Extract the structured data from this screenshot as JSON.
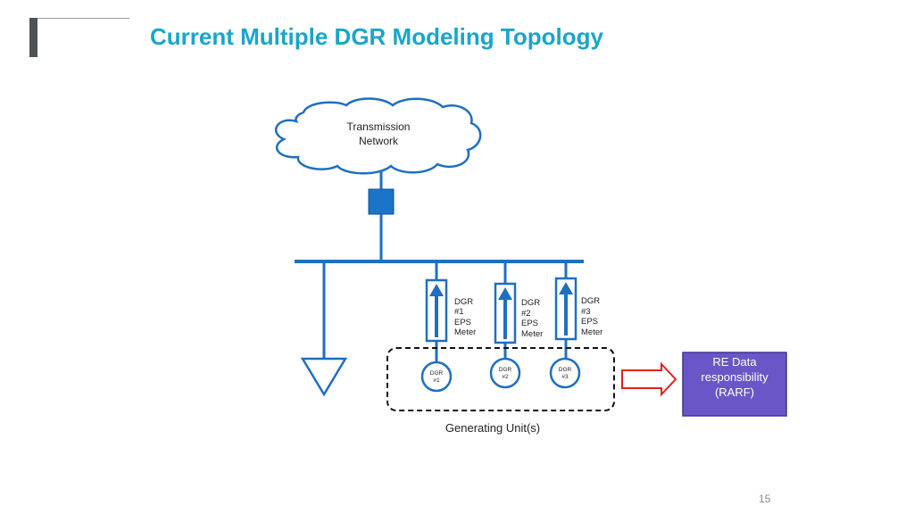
{
  "title": "Current Multiple DGR Modeling Topology",
  "page_number": "15",
  "network": {
    "label_line1": "Transmission",
    "label_line2": "Network"
  },
  "meters": [
    {
      "lines": [
        "DGR",
        "#1",
        "EPS",
        "Meter"
      ]
    },
    {
      "lines": [
        "DGR",
        "#2",
        "EPS",
        "Meter"
      ]
    },
    {
      "lines": [
        "DGR",
        "#3",
        "EPS",
        "Meter"
      ]
    }
  ],
  "units": [
    {
      "lines": [
        "DGR",
        "#1"
      ]
    },
    {
      "lines": [
        "DGR",
        "#2"
      ]
    },
    {
      "lines": [
        "DGR",
        "#3"
      ]
    }
  ],
  "generating_group_label": "Generating Unit(s)",
  "re_box": {
    "line1": "RE Data",
    "line2": "responsibility",
    "line3": "(RARF)"
  },
  "colors": {
    "title": "#1aa6c8",
    "line": "#1f6fc0",
    "breaker": "#1b74c8",
    "arrow_outline": "#e02020",
    "re_box_fill": "#6a56c6",
    "re_box_border": "#3d3690"
  }
}
